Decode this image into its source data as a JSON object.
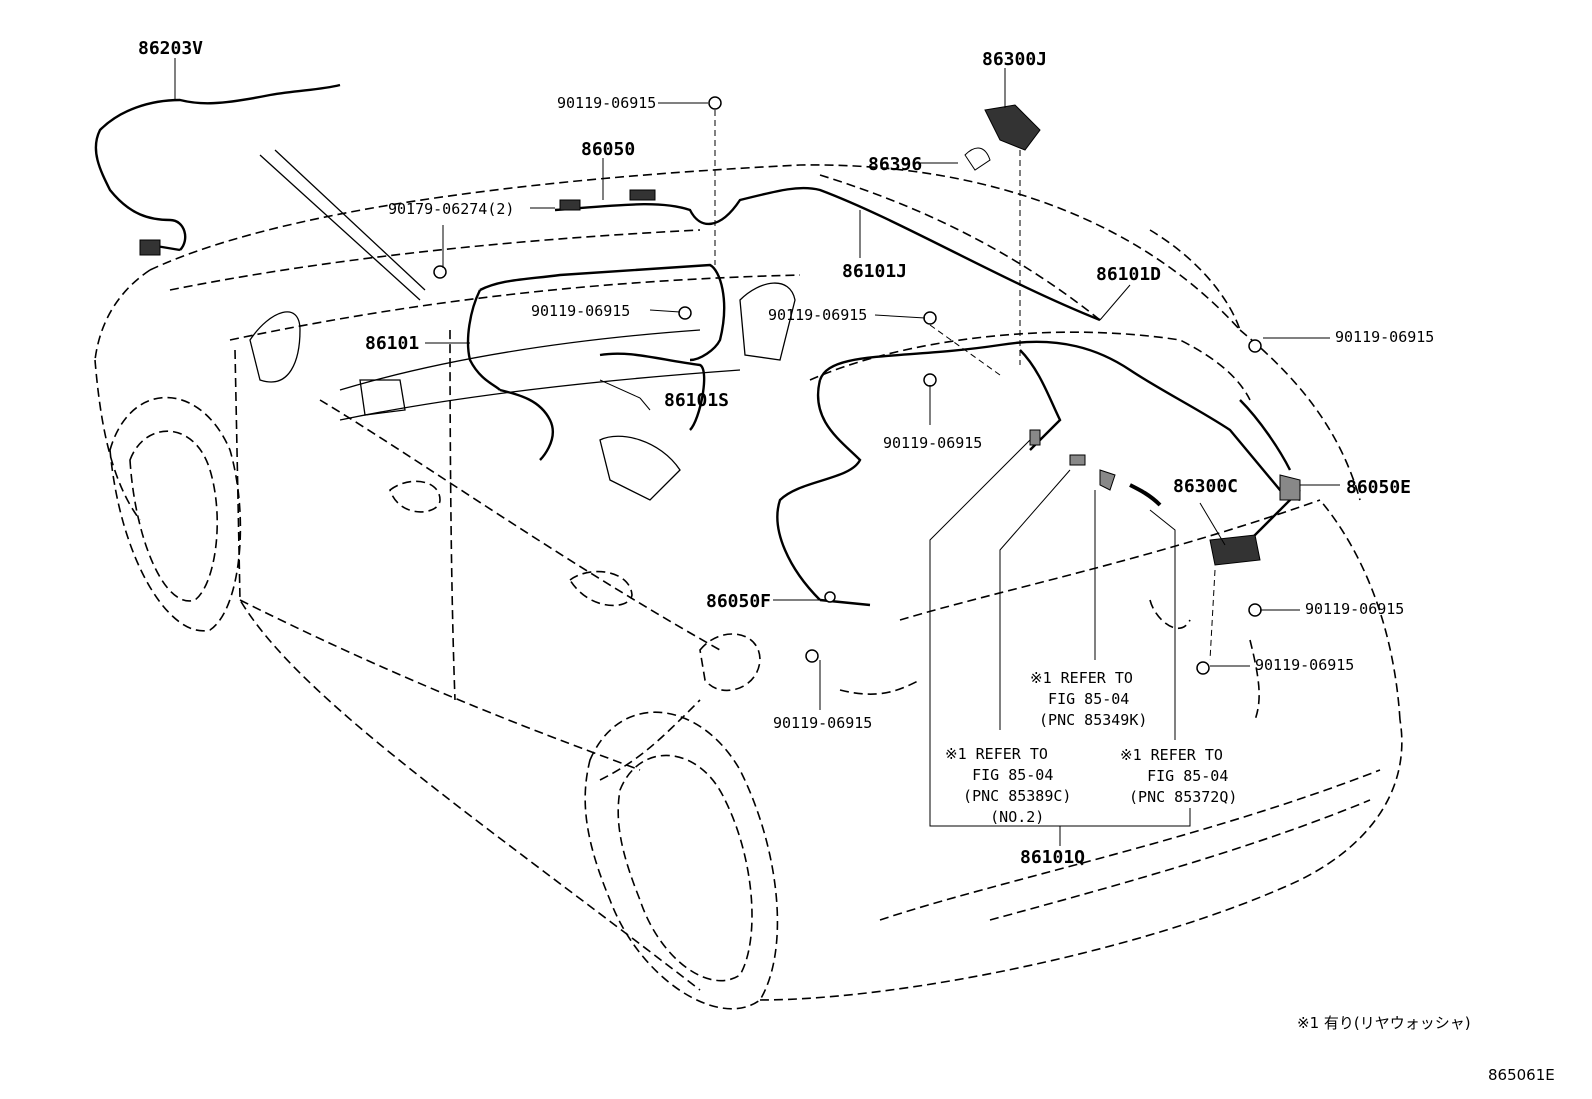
{
  "diagram": {
    "labels": {
      "l86203V": "86203V",
      "l86300J": "86300J",
      "l86050": "86050",
      "l86396": "86396",
      "l90179": "90179-06274(2)",
      "l86101J": "86101J",
      "l86101D": "86101D",
      "l86101": "86101",
      "l86101S": "86101S",
      "l86050E": "86050E",
      "l86300C": "86300C",
      "l86050F": "86050F",
      "l86101Q": "86101Q",
      "b1": "90119-06915",
      "b2": "90119-06915",
      "b3": "90119-06915",
      "b4": "90119-06915",
      "b5": "90119-06915",
      "b6": "90119-06915",
      "b7": "90119-06915",
      "b8": "90119-06915"
    },
    "notes": {
      "n1": "※1 REFER TO\n  FIG 85-04\n (PNC 85349K)",
      "n2": "※1 REFER TO\n   FIG 85-04\n  (PNC 85389C)\n     (NO.2)",
      "n3": "※1 REFER TO\n   FIG 85-04\n (PNC 85372Q)"
    },
    "footnote": "※1 有り(リヤウォッシャ)",
    "figure_code": "865061E"
  }
}
